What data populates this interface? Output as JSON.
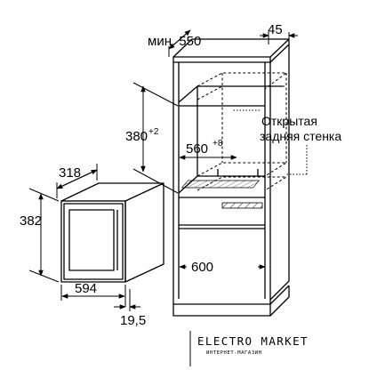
{
  "dimensions": {
    "cabinet_depth_label": "мин. 550",
    "cabinet_back_gap": "45",
    "niche_height": "380",
    "niche_height_tolerance": "+2",
    "niche_width": "560",
    "niche_width_tolerance": "+8",
    "cabinet_inner_width": "600",
    "appliance_depth": "318",
    "appliance_height": "382",
    "appliance_width": "594",
    "front_panel_thickness": "19,5"
  },
  "annotation": {
    "line1": "Открытая",
    "line2": "задняя стенка"
  },
  "logo": {
    "title": "ELECTRO MARKET",
    "subtitle": "ИНТЕРНЕТ-МАГАЗИН"
  }
}
